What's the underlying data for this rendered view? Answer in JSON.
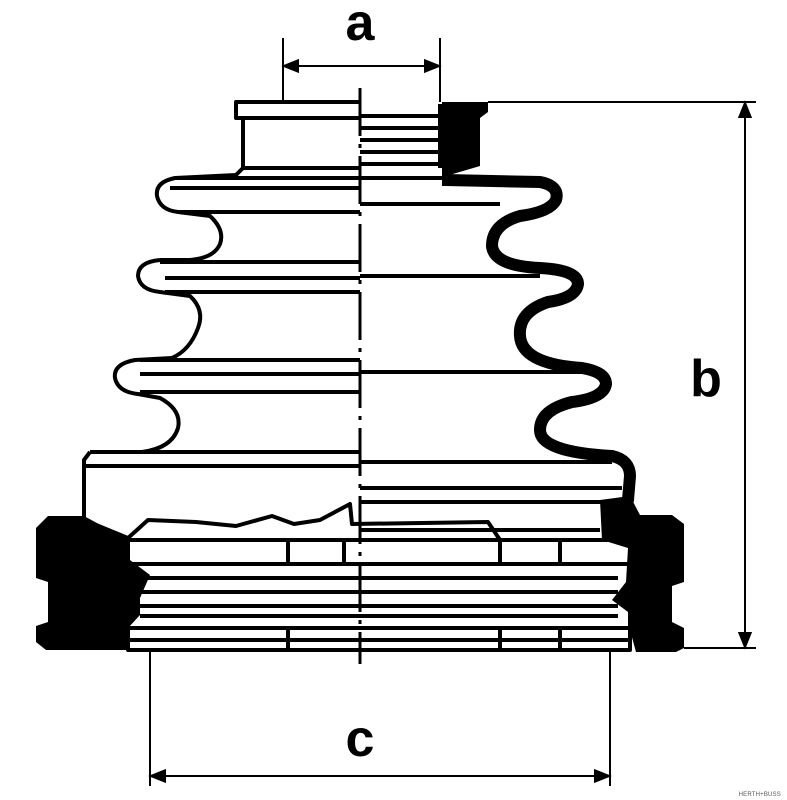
{
  "drawing": {
    "dimensions": {
      "a": "a",
      "b": "b",
      "c": "c"
    },
    "brand_mark": "HERTH+BUSS",
    "colors": {
      "ink": "#000000",
      "paper": "#ffffff"
    }
  }
}
